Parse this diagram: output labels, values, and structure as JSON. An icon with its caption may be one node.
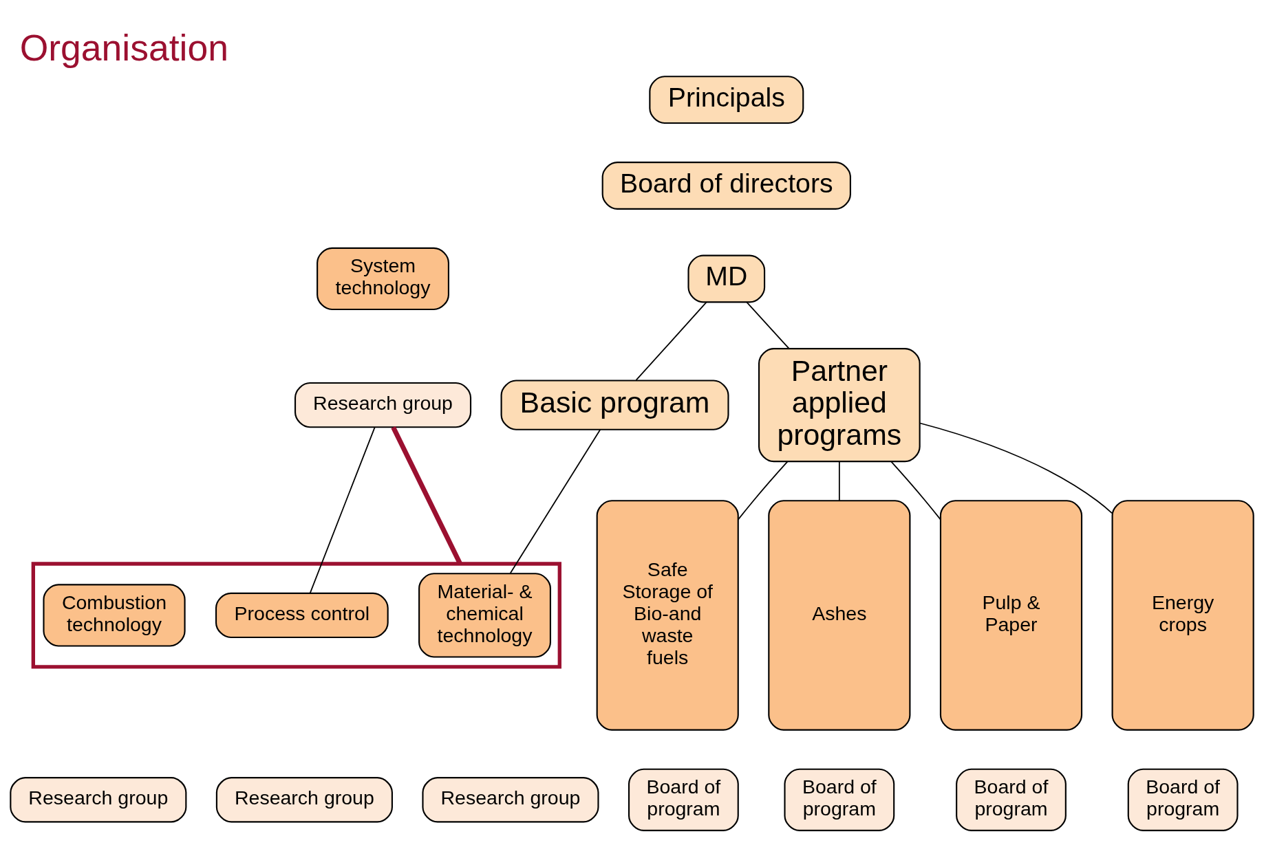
{
  "diagram": {
    "title": "Organisation",
    "nodes": [
      {
        "text": [
          "Principals"
        ]
      },
      {
        "text": [
          "Board of directors"
        ]
      },
      {
        "text": [
          "MD"
        ]
      },
      {
        "text": [
          "Basic program"
        ]
      },
      {
        "text": [
          "Partner applied programs"
        ]
      },
      {
        "text": [
          "System technology"
        ]
      },
      {
        "text": [
          "Research group"
        ]
      },
      {
        "text": [],
        "shape": "box"
      },
      {
        "text": [
          "Combustion technology"
        ],
        "in": 7
      },
      {
        "text": [
          "Material- & chemical technology"
        ],
        "in": 7
      },
      {
        "text": [
          "Process control"
        ],
        "in": 7
      },
      {
        "text": [
          "Research group"
        ]
      },
      {
        "text": [
          "Research group"
        ]
      },
      {
        "text": [
          "Research group"
        ]
      },
      {
        "text": [
          "Ashes"
        ]
      },
      {
        "text": [
          "Pulp & Paper"
        ]
      },
      {
        "text": [
          "Energy crops"
        ]
      },
      {
        "text": [
          "Safe Storage of Bio-and waste fuels"
        ]
      },
      {
        "text": [
          "Board of program"
        ]
      },
      {
        "text": [
          "Board of program"
        ]
      },
      {
        "text": [
          "Board of program"
        ]
      },
      {
        "text": [
          "Board of program"
        ]
      }
    ],
    "edges": [
      {
        "from": 2,
        "to": 3,
        "arrow": "none"
      },
      {
        "from": 2,
        "to": 4,
        "arrow": "none"
      },
      {
        "from": 3,
        "to": 9,
        "arrow": "none"
      },
      {
        "from": 6,
        "to": 10,
        "arrow": "none"
      },
      {
        "from": 6,
        "to": 7,
        "arrow": "none",
        "style": "thick",
        "color": "#9b1030"
      },
      {
        "from": 4,
        "to": 14,
        "arrow": "none"
      },
      {
        "from": 4,
        "to": 15,
        "arrow": "none"
      },
      {
        "from": 4,
        "to": 16,
        "arrow": "none"
      },
      {
        "from": 4,
        "to": 17,
        "arrow": "none"
      }
    ]
  }
}
